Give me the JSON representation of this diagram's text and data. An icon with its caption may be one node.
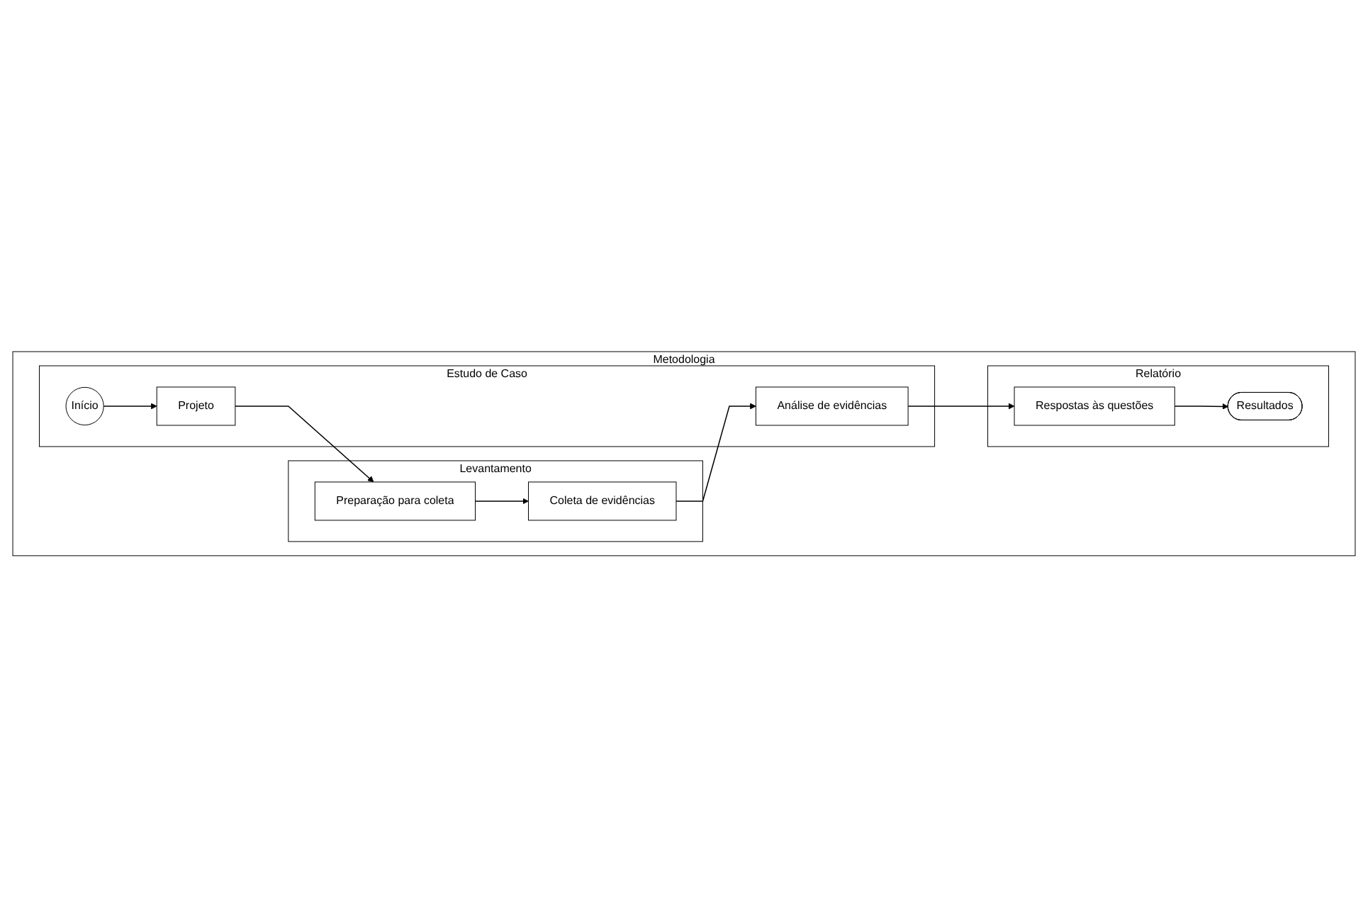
{
  "diagram": {
    "nodes": [
      {
        "text": [
          "Metodologia"
        ]
      },
      {
        "text": [
          "Levantamento"
        ],
        "in": 0
      },
      {
        "text": [
          "Preparação para coleta"
        ],
        "in": 1
      },
      {
        "text": [
          "Coleta de evidências"
        ],
        "in": 1
      },
      {
        "text": [
          "Estudo de Caso"
        ],
        "in": 0
      },
      {
        "text": [
          "Início"
        ],
        "in": 4
      },
      {
        "text": [
          "Projeto"
        ],
        "in": 4
      },
      {
        "text": [
          "Análise de evidências"
        ],
        "in": 4
      },
      {
        "text": [
          "Relatório"
        ],
        "in": 0
      },
      {
        "text": [
          "Respostas às questões"
        ],
        "in": 8
      },
      {
        "text": [
          "Resultados"
        ],
        "in": 8
      }
    ],
    "edges": [
      {
        "from": 5,
        "to": 6,
        "arrow": "to"
      },
      {
        "from": 6,
        "to": 2,
        "arrow": "to"
      },
      {
        "from": 2,
        "to": 3,
        "arrow": "to"
      },
      {
        "from": 3,
        "to": 7,
        "arrow": "to"
      },
      {
        "from": 7,
        "to": 9,
        "arrow": "to"
      },
      {
        "from": 9,
        "to": 10,
        "arrow": "to"
      }
    ]
  }
}
